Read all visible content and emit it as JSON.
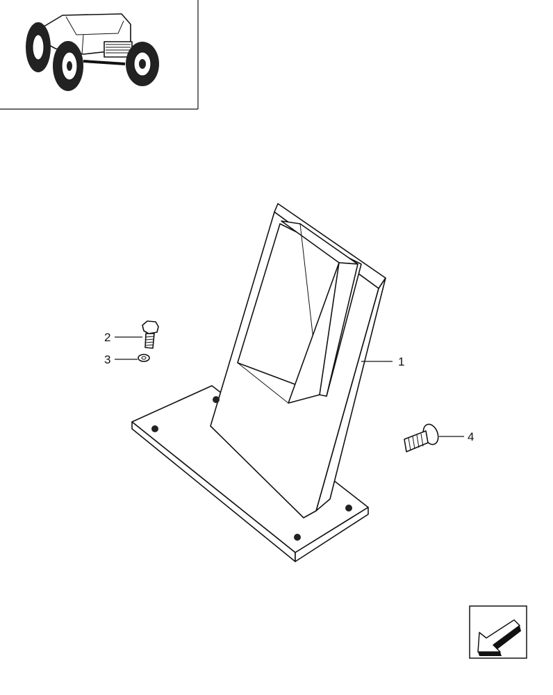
{
  "diagram": {
    "callouts": [
      {
        "id": "1",
        "label": "1"
      },
      {
        "id": "2",
        "label": "2"
      },
      {
        "id": "3",
        "label": "3"
      },
      {
        "id": "4",
        "label": "4"
      }
    ]
  },
  "thumbnail": {
    "icon": "tractor-icon"
  },
  "navigation": {
    "icon": "arrow-down-left-icon"
  }
}
